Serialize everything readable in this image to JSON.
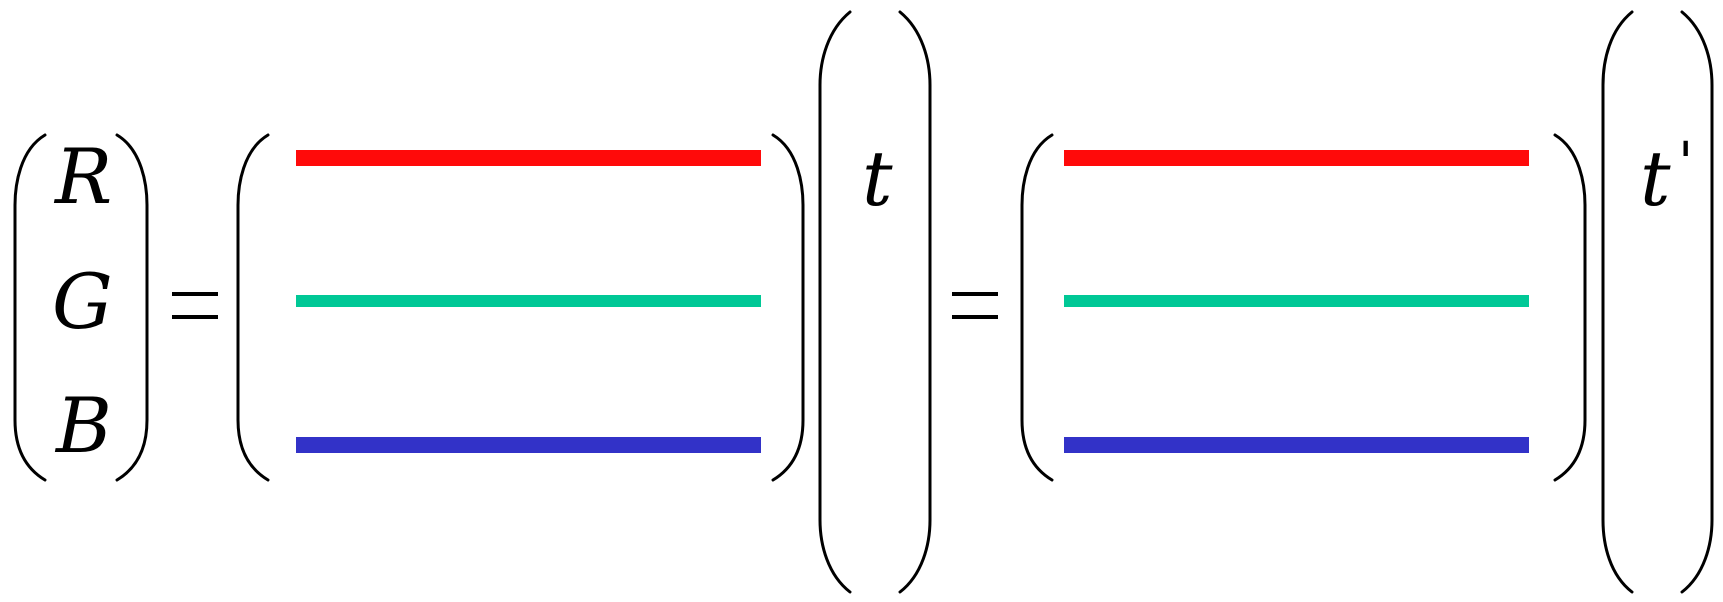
{
  "equation": {
    "lhs_symbols": [
      "R",
      "G",
      "B"
    ],
    "rhs1_vector_symbol": "t",
    "rhs2_vector_symbol": "t",
    "rhs2_prime_mark": "'",
    "equals_signs": 2
  },
  "colors": {
    "row_red": "#ff0a0a",
    "row_teal": "#00c896",
    "row_blue": "#3232c8",
    "ink": "#000000",
    "background": "#ffffff"
  }
}
